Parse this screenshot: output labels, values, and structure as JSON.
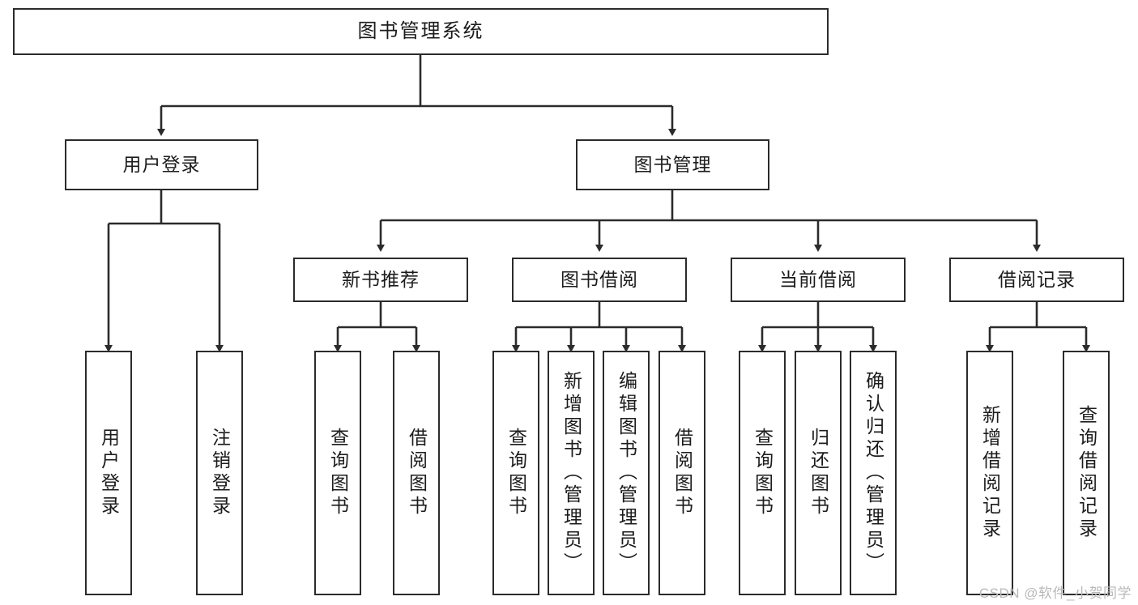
{
  "diagram": {
    "title": "图书管理系统",
    "type": "tree",
    "root": {
      "label": "图书管理系统"
    },
    "level1": [
      {
        "label": "用户登录"
      },
      {
        "label": "图书管理"
      }
    ],
    "level2": [
      {
        "label": "新书推荐",
        "parent": "图书管理"
      },
      {
        "label": "图书借阅",
        "parent": "图书管理"
      },
      {
        "label": "当前借阅",
        "parent": "图书管理"
      },
      {
        "label": "借阅记录",
        "parent": "图书管理"
      }
    ],
    "leaves": {
      "user_login": [
        {
          "label": "用户登录"
        },
        {
          "label": "注销登录"
        }
      ],
      "new_book_recommend": [
        {
          "label": "查询图书"
        },
        {
          "label": "借阅图书"
        }
      ],
      "book_borrow": [
        {
          "label": "查询图书"
        },
        {
          "label": "新增图书（管理员）"
        },
        {
          "label": "编辑图书（管理员）"
        },
        {
          "label": "借阅图书"
        }
      ],
      "current_borrow": [
        {
          "label": "查询图书"
        },
        {
          "label": "归还图书"
        },
        {
          "label": "确认归还（管理员）"
        }
      ],
      "borrow_record": [
        {
          "label": "新增借阅记录"
        },
        {
          "label": "查询借阅记录"
        }
      ]
    }
  },
  "watermark": {
    "text": "CSDN @软件_小贺同学"
  },
  "colors": {
    "border": "#2b2b2b",
    "text": "#1c1c1c",
    "background": "#ffffff",
    "watermark": "#b9b9b9"
  }
}
